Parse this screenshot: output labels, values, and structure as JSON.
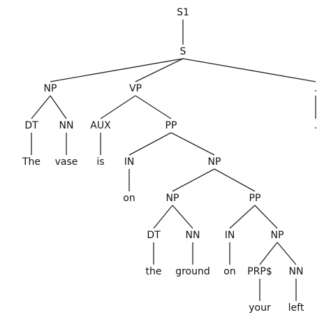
{
  "parse_tree": {
    "nodes": [
      {
        "id": "s1",
        "label": "S1",
        "kind": "root"
      },
      {
        "id": "s",
        "label": "S",
        "kind": "phrase"
      },
      {
        "id": "np1",
        "label": "NP",
        "kind": "phrase"
      },
      {
        "id": "vp",
        "label": "VP",
        "kind": "phrase"
      },
      {
        "id": "punct-tag",
        "label": ".",
        "kind": "tag"
      },
      {
        "id": "dt1",
        "label": "DT",
        "kind": "tag"
      },
      {
        "id": "nn1",
        "label": "NN",
        "kind": "tag"
      },
      {
        "id": "aux",
        "label": "AUX",
        "kind": "tag"
      },
      {
        "id": "pp1",
        "label": "PP",
        "kind": "phrase"
      },
      {
        "id": "punct-word",
        "label": ".",
        "kind": "word"
      },
      {
        "id": "w-the",
        "label": "The",
        "kind": "word"
      },
      {
        "id": "w-vase",
        "label": "vase",
        "kind": "word"
      },
      {
        "id": "w-is",
        "label": "is",
        "kind": "word"
      },
      {
        "id": "in1",
        "label": "IN",
        "kind": "tag"
      },
      {
        "id": "np2",
        "label": "NP",
        "kind": "phrase"
      },
      {
        "id": "w-on1",
        "label": "on",
        "kind": "word"
      },
      {
        "id": "np3",
        "label": "NP",
        "kind": "phrase"
      },
      {
        "id": "pp2",
        "label": "PP",
        "kind": "phrase"
      },
      {
        "id": "dt2",
        "label": "DT",
        "kind": "tag"
      },
      {
        "id": "nn2",
        "label": "NN",
        "kind": "tag"
      },
      {
        "id": "in2",
        "label": "IN",
        "kind": "tag"
      },
      {
        "id": "np4",
        "label": "NP",
        "kind": "phrase"
      },
      {
        "id": "w-the2",
        "label": "the",
        "kind": "word"
      },
      {
        "id": "w-ground",
        "label": "ground",
        "kind": "word"
      },
      {
        "id": "w-on2",
        "label": "on",
        "kind": "word"
      },
      {
        "id": "prp",
        "label": "PRP$",
        "kind": "tag"
      },
      {
        "id": "nn3",
        "label": "NN",
        "kind": "tag"
      },
      {
        "id": "w-your",
        "label": "your",
        "kind": "word"
      },
      {
        "id": "w-left",
        "label": "left",
        "kind": "word"
      }
    ],
    "edges": [
      [
        "s1",
        "s"
      ],
      [
        "s",
        "np1"
      ],
      [
        "s",
        "vp"
      ],
      [
        "s",
        "punct-tag"
      ],
      [
        "np1",
        "dt1"
      ],
      [
        "np1",
        "nn1"
      ],
      [
        "vp",
        "aux"
      ],
      [
        "vp",
        "pp1"
      ],
      [
        "punct-tag",
        "punct-word"
      ],
      [
        "dt1",
        "w-the"
      ],
      [
        "nn1",
        "w-vase"
      ],
      [
        "aux",
        "w-is"
      ],
      [
        "pp1",
        "in1"
      ],
      [
        "pp1",
        "np2"
      ],
      [
        "in1",
        "w-on1"
      ],
      [
        "np2",
        "np3"
      ],
      [
        "np2",
        "pp2"
      ],
      [
        "np3",
        "dt2"
      ],
      [
        "np3",
        "nn2"
      ],
      [
        "pp2",
        "in2"
      ],
      [
        "pp2",
        "np4"
      ],
      [
        "dt2",
        "w-the2"
      ],
      [
        "nn2",
        "w-ground"
      ],
      [
        "in2",
        "w-on2"
      ],
      [
        "np4",
        "prp"
      ],
      [
        "np4",
        "nn3"
      ],
      [
        "prp",
        "w-your"
      ],
      [
        "nn3",
        "w-left"
      ]
    ]
  }
}
